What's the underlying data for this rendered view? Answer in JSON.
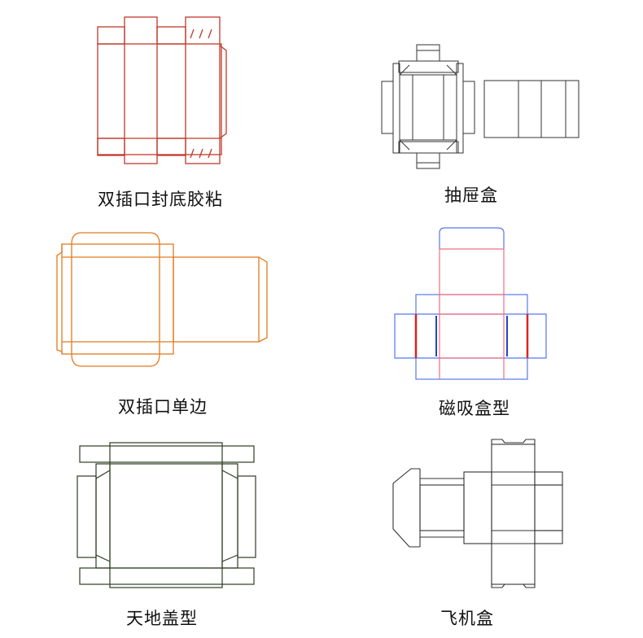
{
  "diagrams": [
    {
      "key": "double-tuck-glue-bottom",
      "label": "双插口封底胶粘",
      "color": "#c0392b"
    },
    {
      "key": "drawer-box",
      "label": "抽屉盒",
      "color": "#333333"
    },
    {
      "key": "double-tuck-single-side",
      "label": "双插口单边",
      "color": "#e07b20"
    },
    {
      "key": "magnetic-box",
      "label": "磁吸盒型",
      "color": "#5577ee",
      "accent_colors": [
        "#f07080",
        "#e02020",
        "#2244cc"
      ]
    },
    {
      "key": "lid-base-box",
      "label": "天地盖型",
      "color": "#2d3e22"
    },
    {
      "key": "airplane-box",
      "label": "飞机盒",
      "color": "#333333"
    }
  ]
}
